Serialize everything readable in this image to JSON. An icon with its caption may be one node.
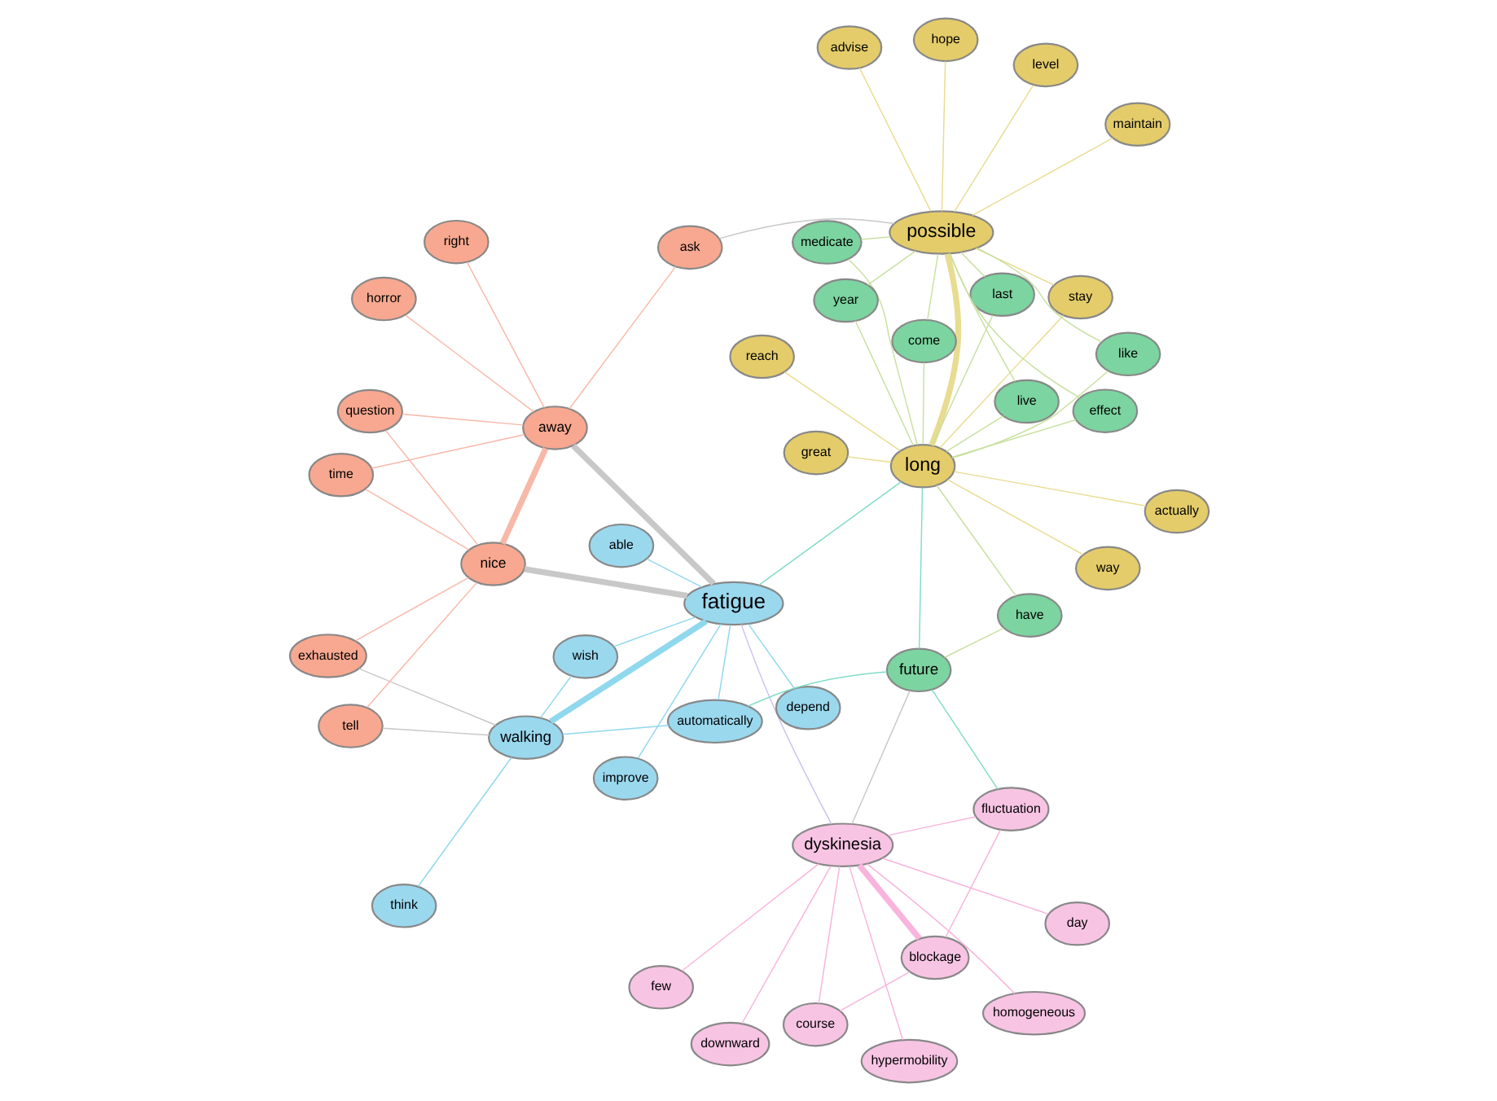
{
  "diagram": {
    "nodes": [
      {
        "text": [
          "course"
        ]
      },
      {
        "text": [
          "day"
        ]
      },
      {
        "text": [
          "blockage"
        ]
      },
      {
        "text": [
          "few"
        ]
      },
      {
        "text": [
          "fluctuation"
        ]
      },
      {
        "text": [
          "downward"
        ]
      },
      {
        "text": [
          "dyskinesia"
        ]
      },
      {
        "text": [
          "homogeneous"
        ]
      },
      {
        "text": [
          "hypermobility"
        ]
      },
      {
        "text": [
          "improve"
        ]
      },
      {
        "text": [
          "fatigue"
        ]
      },
      {
        "text": [
          "wish"
        ]
      },
      {
        "text": [
          "automatically"
        ]
      },
      {
        "text": [
          "walking"
        ]
      },
      {
        "text": [
          "able"
        ]
      },
      {
        "text": [
          "think"
        ]
      },
      {
        "text": [
          "depend"
        ]
      },
      {
        "text": [
          "reach"
        ]
      },
      {
        "text": [
          "long"
        ]
      },
      {
        "text": [
          "great"
        ]
      },
      {
        "text": [
          "way"
        ]
      },
      {
        "text": [
          "future"
        ]
      },
      {
        "text": [
          "stay"
        ]
      },
      {
        "text": [
          "level"
        ]
      },
      {
        "text": [
          "medicate"
        ]
      },
      {
        "text": [
          "live"
        ]
      },
      {
        "text": [
          "have"
        ]
      },
      {
        "text": [
          "possible"
        ]
      },
      {
        "text": [
          "advise"
        ]
      },
      {
        "text": [
          "actually"
        ]
      },
      {
        "text": [
          "last"
        ]
      },
      {
        "text": [
          "come"
        ]
      },
      {
        "text": [
          "year"
        ]
      },
      {
        "text": [
          "hope"
        ]
      },
      {
        "text": [
          "like"
        ]
      },
      {
        "text": [
          "effect"
        ]
      },
      {
        "text": [
          "maintain"
        ]
      },
      {
        "text": [
          "ask"
        ]
      },
      {
        "text": [
          "question"
        ]
      },
      {
        "text": [
          "time"
        ]
      },
      {
        "text": [
          "nice"
        ]
      },
      {
        "text": [
          "horror"
        ]
      },
      {
        "text": [
          "away"
        ]
      },
      {
        "text": [
          "tell"
        ]
      },
      {
        "text": [
          "right"
        ]
      },
      {
        "text": [
          "exhausted"
        ]
      }
    ],
    "edges": [
      {
        "from": 6,
        "to": 0,
        "arrow": "none",
        "color": "#f8b4dc"
      },
      {
        "from": 6,
        "to": 1,
        "arrow": "none",
        "color": "#f8b4dc"
      },
      {
        "from": 6,
        "to": 2,
        "arrow": "none",
        "color": "#f8b4dc",
        "style": "thick"
      },
      {
        "from": 6,
        "to": 3,
        "arrow": "none",
        "color": "#f8b4dc"
      },
      {
        "from": 6,
        "to": 4,
        "arrow": "none",
        "color": "#f8b4dc"
      },
      {
        "from": 6,
        "to": 5,
        "arrow": "none",
        "color": "#f8b4dc"
      },
      {
        "from": 6,
        "to": 7,
        "arrow": "none",
        "color": "#f8b4dc"
      },
      {
        "from": 6,
        "to": 8,
        "arrow": "none",
        "color": "#f8b4dc"
      },
      {
        "from": 2,
        "to": 0,
        "arrow": "none",
        "color": "#f8b4dc"
      },
      {
        "from": 2,
        "to": 4,
        "arrow": "none",
        "color": "#f8b4dc"
      },
      {
        "from": 6,
        "to": 10,
        "arrow": "none",
        "color": "#c8c0f0"
      },
      {
        "from": 10,
        "to": 9,
        "arrow": "none",
        "color": "#8fd8ee"
      },
      {
        "from": 10,
        "to": 11,
        "arrow": "none",
        "color": "#8fd8ee"
      },
      {
        "from": 10,
        "to": 12,
        "arrow": "none",
        "color": "#8fd8ee"
      },
      {
        "from": 10,
        "to": 13,
        "arrow": "none",
        "color": "#8fd8ee",
        "style": "thick"
      },
      {
        "from": 10,
        "to": 14,
        "arrow": "none",
        "color": "#8fd8ee"
      },
      {
        "from": 10,
        "to": 16,
        "arrow": "none",
        "color": "#8fd8ee"
      },
      {
        "from": 13,
        "to": 15,
        "arrow": "none",
        "color": "#8fd8ee"
      },
      {
        "from": 13,
        "to": 12,
        "arrow": "none",
        "color": "#8fd8ee"
      },
      {
        "from": 13,
        "to": 11,
        "arrow": "none",
        "color": "#8fd8ee"
      },
      {
        "from": 10,
        "to": 42,
        "arrow": "none",
        "color": "#c8c8c8",
        "style": "thick"
      },
      {
        "from": 10,
        "to": 40,
        "arrow": "none",
        "color": "#c8c8c8",
        "style": "thick"
      },
      {
        "from": 6,
        "to": 21,
        "arrow": "none",
        "color": "#c8c8c8"
      },
      {
        "from": 13,
        "to": 43,
        "arrow": "none",
        "color": "#c8c8c8"
      },
      {
        "from": 13,
        "to": 45,
        "arrow": "none",
        "color": "#c8c8c8"
      },
      {
        "from": 27,
        "to": 37,
        "arrow": "none",
        "color": "#c8c8c8"
      },
      {
        "from": 21,
        "to": 18,
        "arrow": "none",
        "color": "#80dcc8"
      },
      {
        "from": 18,
        "to": 10,
        "arrow": "none",
        "color": "#80dcc8"
      },
      {
        "from": 21,
        "to": 4,
        "arrow": "none",
        "color": "#80dcc8"
      },
      {
        "from": 21,
        "to": 12,
        "arrow": "none",
        "color": "#80dcc8"
      },
      {
        "from": 18,
        "to": 27,
        "arrow": "none",
        "color": "#e8dc90",
        "style": "thick"
      },
      {
        "from": 18,
        "to": 17,
        "arrow": "none",
        "color": "#e8dc90"
      },
      {
        "from": 18,
        "to": 19,
        "arrow": "none",
        "color": "#e8dc90"
      },
      {
        "from": 18,
        "to": 20,
        "arrow": "none",
        "color": "#e8dc90"
      },
      {
        "from": 18,
        "to": 22,
        "arrow": "none",
        "color": "#e8dc90"
      },
      {
        "from": 18,
        "to": 29,
        "arrow": "none",
        "color": "#e8dc90"
      },
      {
        "from": 27,
        "to": 22,
        "arrow": "none",
        "color": "#e8dc90"
      },
      {
        "from": 27,
        "to": 23,
        "arrow": "none",
        "color": "#e8dc90"
      },
      {
        "from": 27,
        "to": 28,
        "arrow": "none",
        "color": "#e8dc90"
      },
      {
        "from": 27,
        "to": 33,
        "arrow": "none",
        "color": "#e8dc90"
      },
      {
        "from": 27,
        "to": 36,
        "arrow": "none",
        "color": "#e8dc90"
      },
      {
        "from": 21,
        "to": 26,
        "arrow": "none",
        "color": "#c8e0a0"
      },
      {
        "from": 18,
        "to": 24,
        "arrow": "none"
      },
      {
        "from": 18,
        "to": 25,
        "arrow": "none"
      },
      {
        "from": 18,
        "to": 26,
        "arrow": "none"
      },
      {
        "from": 18,
        "to": 30,
        "arrow": "none"
      },
      {
        "from": 18,
        "to": 31,
        "arrow": "none"
      },
      {
        "from": 18,
        "to": 32,
        "arrow": "none"
      },
      {
        "from": 18,
        "to": 34,
        "arrow": "none"
      },
      {
        "from": 18,
        "to": 35,
        "arrow": "none"
      },
      {
        "from": 27,
        "to": 24,
        "arrow": "none"
      },
      {
        "from": 27,
        "to": 25,
        "arrow": "none"
      },
      {
        "from": 27,
        "to": 30,
        "arrow": "none"
      },
      {
        "from": 27,
        "to": 31,
        "arrow": "none"
      },
      {
        "from": 27,
        "to": 32,
        "arrow": "none"
      },
      {
        "from": 27,
        "to": 34,
        "arrow": "none"
      },
      {
        "from": 27,
        "to": 35,
        "arrow": "none"
      },
      {
        "from": 42,
        "to": 40,
        "arrow": "none",
        "color": "#f8b8a8",
        "style": "thick"
      },
      {
        "from": 42,
        "to": 37,
        "arrow": "none",
        "color": "#f8b8a8"
      },
      {
        "from": 42,
        "to": 38,
        "arrow": "none",
        "color": "#f8b8a8"
      },
      {
        "from": 42,
        "to": 39,
        "arrow": "none",
        "color": "#f8b8a8"
      },
      {
        "from": 42,
        "to": 41,
        "arrow": "none",
        "color": "#f8b8a8"
      },
      {
        "from": 42,
        "to": 44,
        "arrow": "none",
        "color": "#f8b8a8"
      },
      {
        "from": 40,
        "to": 43,
        "arrow": "none",
        "color": "#f8b8a8"
      },
      {
        "from": 40,
        "to": 45,
        "arrow": "none",
        "color": "#f8b8a8"
      },
      {
        "from": 40,
        "to": 39,
        "arrow": "none",
        "color": "#f8b8a8"
      },
      {
        "from": 40,
        "to": 38,
        "arrow": "none",
        "color": "#f8b8a8"
      }
    ]
  }
}
